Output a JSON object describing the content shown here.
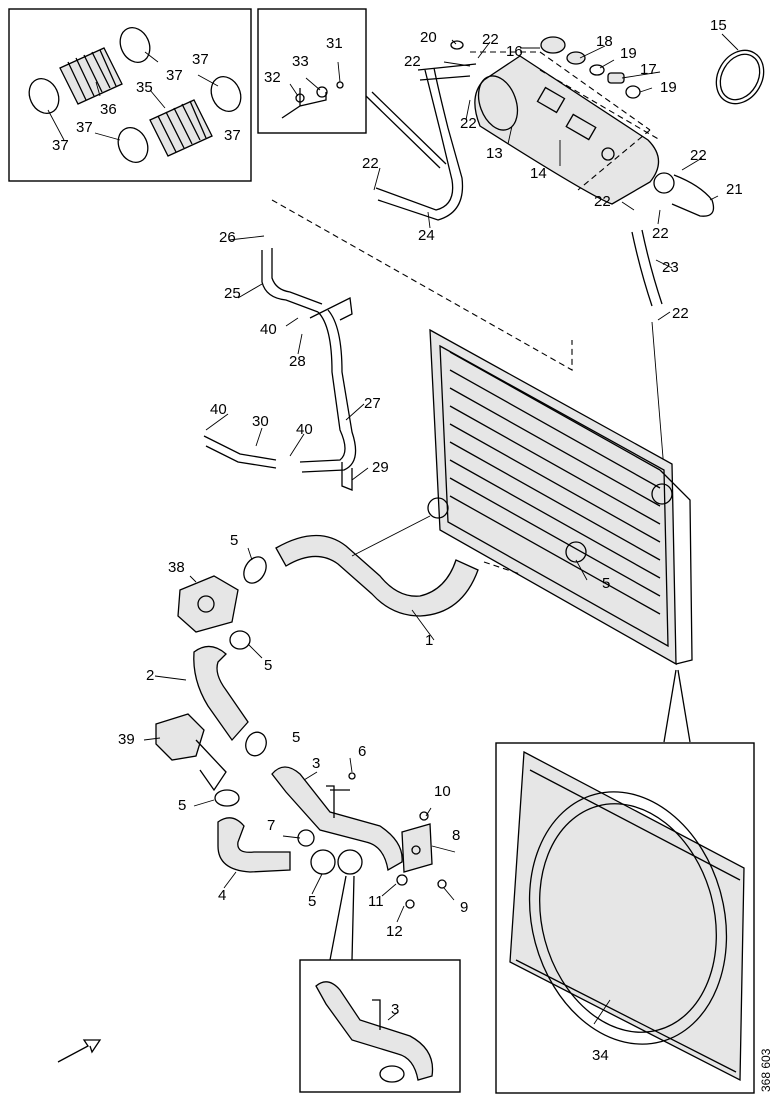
{
  "callouts": [
    {
      "label": "1"
    },
    {
      "label": "2"
    },
    {
      "label": "3"
    },
    {
      "label": "3"
    },
    {
      "label": "4"
    },
    {
      "label": "5"
    },
    {
      "label": "5"
    },
    {
      "label": "5"
    },
    {
      "label": "5"
    },
    {
      "label": "5"
    },
    {
      "label": "5"
    },
    {
      "label": "6"
    },
    {
      "label": "7"
    },
    {
      "label": "8"
    },
    {
      "label": "9"
    },
    {
      "label": "10"
    },
    {
      "label": "11"
    },
    {
      "label": "12"
    },
    {
      "label": "13"
    },
    {
      "label": "14"
    },
    {
      "label": "15"
    },
    {
      "label": "16"
    },
    {
      "label": "17"
    },
    {
      "label": "18"
    },
    {
      "label": "19"
    },
    {
      "label": "19"
    },
    {
      "label": "20"
    },
    {
      "label": "21"
    },
    {
      "label": "22"
    },
    {
      "label": "22"
    },
    {
      "label": "22"
    },
    {
      "label": "22"
    },
    {
      "label": "22"
    },
    {
      "label": "22"
    },
    {
      "label": "22"
    },
    {
      "label": "22"
    },
    {
      "label": "23"
    },
    {
      "label": "24"
    },
    {
      "label": "25"
    },
    {
      "label": "26"
    },
    {
      "label": "27"
    },
    {
      "label": "28"
    },
    {
      "label": "29"
    },
    {
      "label": "30"
    },
    {
      "label": "31"
    },
    {
      "label": "32"
    },
    {
      "label": "33"
    },
    {
      "label": "34"
    },
    {
      "label": "35"
    },
    {
      "label": "36"
    },
    {
      "label": "37"
    },
    {
      "label": "37"
    },
    {
      "label": "37"
    },
    {
      "label": "37"
    },
    {
      "label": "37"
    },
    {
      "label": "38"
    },
    {
      "label": "39"
    },
    {
      "label": "40"
    },
    {
      "label": "40"
    },
    {
      "label": "40"
    }
  ],
  "document_number": "368 603"
}
